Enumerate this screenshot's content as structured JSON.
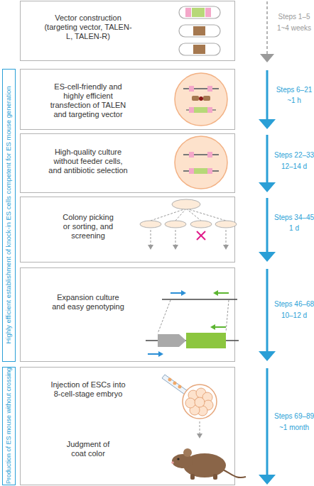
{
  "diagram": {
    "nodes": [
      {
        "text": [
          "Vector construction (targeting vector, TALEN-L, TALEN-R)"
        ]
      },
      {
        "text": [
          "Highly efficient establishment of knock-in ES cells competent for ES mouse generation"
        ]
      },
      {
        "text": [
          "ES-cell-friendly and highly efficient transfection of TALEN and targeting vector"
        ]
      },
      {
        "text": [
          "High-quality culture without feeder cells, and antibiotic selection"
        ]
      },
      {
        "text": [
          "Colony picking or sorting, and screening"
        ]
      },
      {
        "text": [
          "Expansion culture and easy genotyping"
        ]
      },
      {
        "text": [
          "Production of ES mouse without crossing"
        ]
      },
      {
        "text": [
          "Injection of ESCs into 8-cell-stage embryo",
          "Judgment of coat color"
        ]
      }
    ],
    "labels": [
      "Steps 1–5",
      "1~4 weeks",
      "Steps 6–21",
      "~1 h",
      "Steps 22–33",
      "12–14 d",
      "Steps 34–45",
      "1 d",
      "Steps 46–68",
      "10–12 d",
      "Steps 69–89",
      "~1 month"
    ]
  }
}
